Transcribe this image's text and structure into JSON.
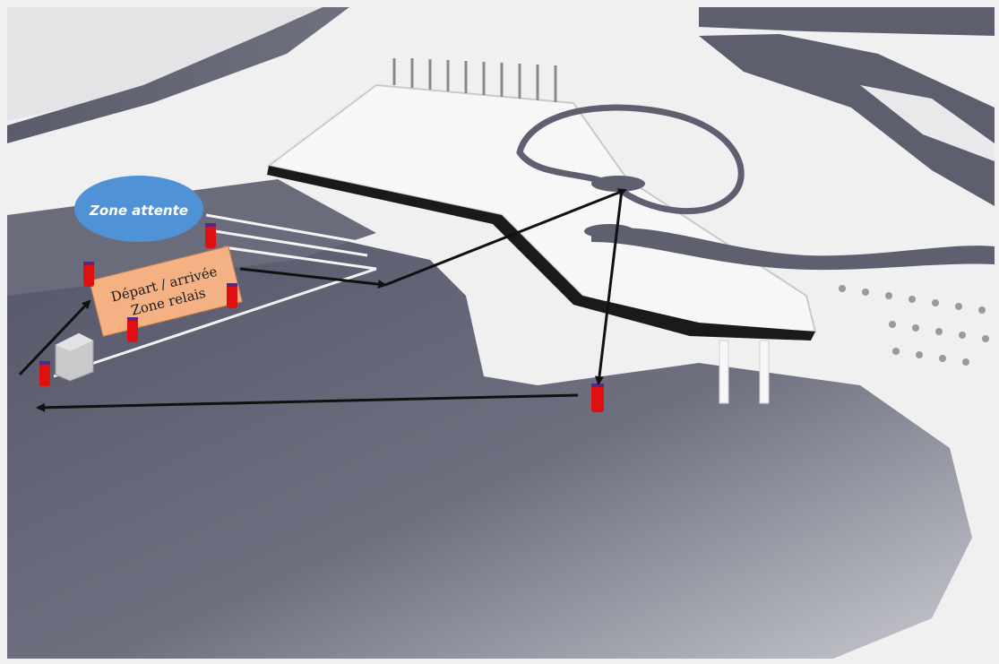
{
  "map": {
    "zone_attente_label": "Zone attente",
    "start_line1": "Départ / arrivée",
    "start_line2": "Zone relais",
    "colors": {
      "water": "#5f6171",
      "land": "#ececed",
      "zone_attente": "#4f93d6",
      "start_zone": "#f4b183",
      "buoy": "#e01010",
      "buoy_cap": "#5a2a7a",
      "arrow": "#111111"
    },
    "icons": {
      "buoy": "buoy-marker",
      "arrow": "route-arrow",
      "cabin": "judge-cabin"
    }
  }
}
